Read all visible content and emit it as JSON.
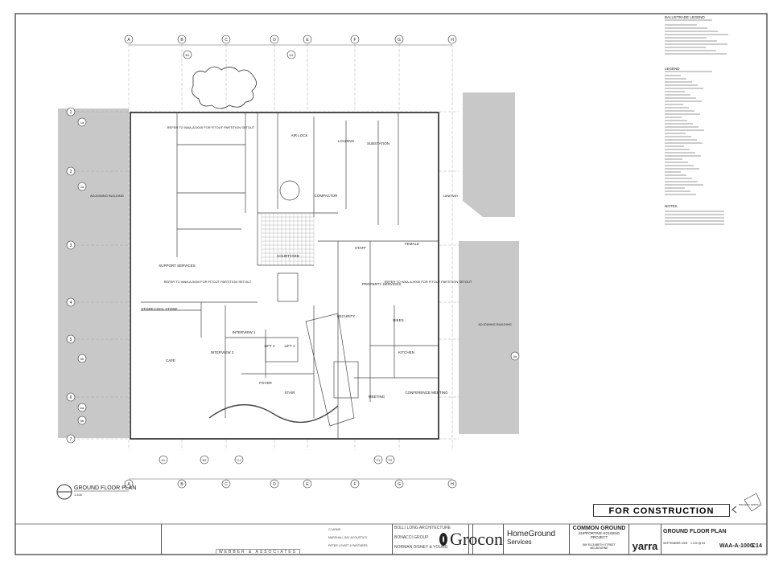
{
  "drawing": {
    "title": "GROUND FLOOR PLAN",
    "scale": "1:100",
    "status": "FOR CONSTRUCTION",
    "drawing_number": "WAA-A-100G",
    "revision": "C14",
    "date": "SEPTEMBER 2009",
    "sheet_scale": "1:100 @ B1",
    "project_north": "PROJECT NORTH"
  },
  "project": {
    "name": "COMMON GROUND",
    "subtitle": "SUPPORTIVE HOUSING PROJECT",
    "address_line1": "660 ELIZABETH STREET",
    "address_line2": "MELBOURNE"
  },
  "clients": {
    "builder": "Grocon",
    "operator_line1": "HomeGround",
    "operator_line2": "Services",
    "brand": "yarra"
  },
  "consultants": [
    "BOLLI LONG ARCHITECTURE",
    "BONACCI GROUP",
    "NORMAN DISNEY & YOUNG",
    "CJ ARMS",
    "MARSHALL DAY ACOUSTICS",
    "PETER LOVATT & PARTNERS"
  ],
  "architect": "WEBBER & ASSOCIATES",
  "grid": {
    "columns": [
      "A",
      "B",
      "C",
      "D",
      "E",
      "F",
      "G",
      "H"
    ],
    "rows": [
      "1",
      "1a",
      "2",
      "2a",
      "3",
      "4",
      "5",
      "5a",
      "5b",
      "6",
      "6a",
      "6b",
      "7"
    ],
    "sub_columns": [
      "A1",
      "B2",
      "C1",
      "F1",
      "F2"
    ],
    "top_sub": [
      "B1",
      "D1"
    ]
  },
  "rooms": {
    "support_services": "SUPPORT SERVICES",
    "refer_note": "REFER TO WAA-A-9000 FOR FITOUT PARTITION SETOUT",
    "adjoining": "ADJOINING BUILDING",
    "laneway": "LANEWAY",
    "loading": "LOADING",
    "substation": "SUBSTATION",
    "air_lock": "AIR LOCK",
    "compactor": "COMPACTOR",
    "courtyard": "COURTYARD",
    "staff": "STAFF",
    "female": "FEMALE",
    "property_services": "PROPERTY SERVICES",
    "store": "STORE",
    "cool_store": "COOL STORE",
    "cafe": "CAFE",
    "interview_1": "INTERVIEW 1",
    "interview_2": "INTERVIEW 2",
    "lift_1": "LIFT 1",
    "lift_2": "LIFT 2",
    "foyer": "FOYER",
    "stair": "STAIR",
    "security": "SECURITY",
    "kitchen": "KITCHEN",
    "meeting": "MEETING",
    "conference": "CONFERENCE MEETING",
    "bikes": "BIKES"
  },
  "legend": {
    "balustrade_title": "BALUSTRADE LEGEND",
    "legend_title": "LEGEND",
    "notes_title": "NOTES"
  }
}
